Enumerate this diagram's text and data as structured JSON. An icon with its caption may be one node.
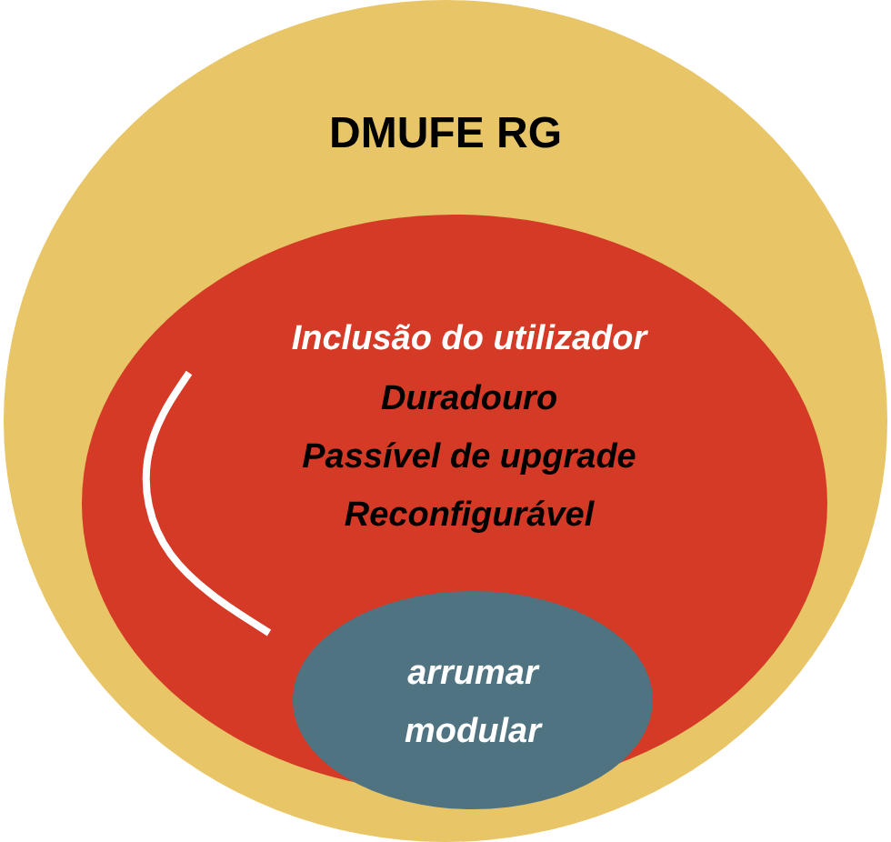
{
  "diagram": {
    "nodes": [
      {
        "text": [
          "DMUFE RG"
        ]
      },
      {
        "text": [
          "Inclusão do utilizador",
          "Duradouro",
          "Passível de upgrade",
          "Reconfigurável"
        ],
        "in": 0
      },
      {
        "text": [
          "arrumar modular"
        ],
        "in": 0
      }
    ]
  }
}
